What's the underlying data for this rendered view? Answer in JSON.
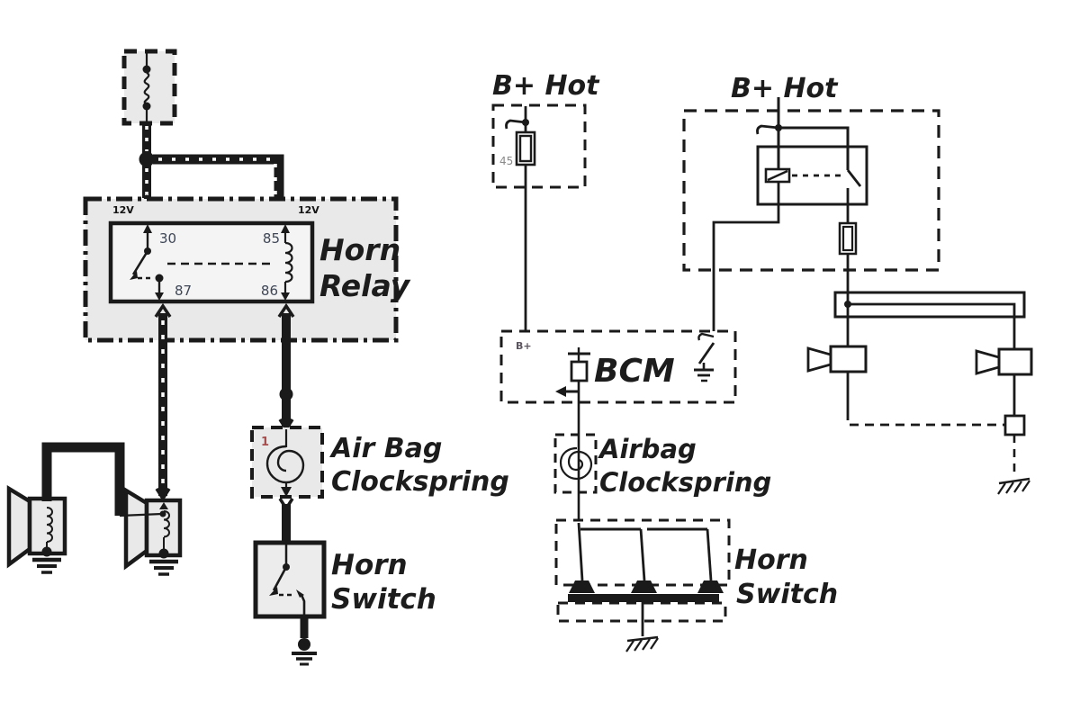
{
  "left_diagram": {
    "relay": {
      "label_line1": "Horn",
      "label_line2": "Relay",
      "supply_left": "12V",
      "supply_right": "12V",
      "t30": "30",
      "t85": "85",
      "t87": "87",
      "t86": "86"
    },
    "clockspring": {
      "label_line1": "Air Bag",
      "label_line2": "Clockspring",
      "pin": "1"
    },
    "horn_switch": {
      "label_line1": "Horn",
      "label_line2": "Switch"
    }
  },
  "right_diagram": {
    "supply_left": {
      "label": "B+ Hot",
      "fuse": "45"
    },
    "supply_right": {
      "label": "B+ Hot"
    },
    "bcm": {
      "label": "BCM",
      "input": "B+"
    },
    "clockspring": {
      "label_line1": "Airbag",
      "label_line2": "Clockspring"
    },
    "horn_switch": {
      "label_line1": "Horn",
      "label_line2": "Switch"
    }
  },
  "colors": {
    "ink": "#1a1a1a",
    "panel_fill": "#e9e9e9",
    "terminal_label": "#3f4757",
    "fuse_label": "#8a8a8a",
    "pin_label": "#a84c4c",
    "background": "#ffffff"
  }
}
